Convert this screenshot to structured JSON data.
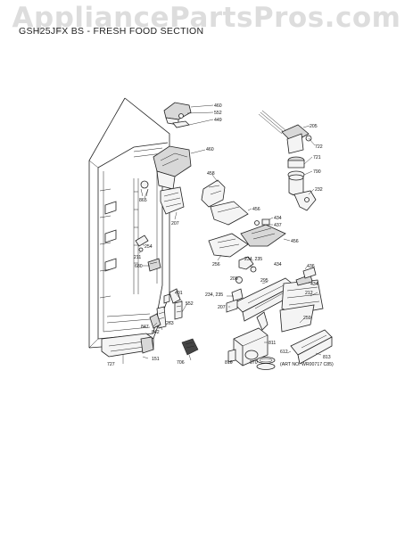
{
  "header": {
    "watermark": "AppliancePartsPros.com",
    "section_title": "GSH25JFX BS - FRESH FOOD SECTION"
  },
  "note": "(ART NO. WR00717 C85)",
  "labels": [
    {
      "id": "p460a",
      "text": "460"
    },
    {
      "id": "p552a",
      "text": "552"
    },
    {
      "id": "p449",
      "text": "449"
    },
    {
      "id": "p205",
      "text": "205"
    },
    {
      "id": "p722",
      "text": "722"
    },
    {
      "id": "p721",
      "text": "721"
    },
    {
      "id": "p790",
      "text": "790"
    },
    {
      "id": "p232",
      "text": "232"
    },
    {
      "id": "p460b",
      "text": "460"
    },
    {
      "id": "p865",
      "text": "865"
    },
    {
      "id": "p458",
      "text": "458"
    },
    {
      "id": "p207",
      "text": "207"
    },
    {
      "id": "p456a",
      "text": "456"
    },
    {
      "id": "p434a",
      "text": "434"
    },
    {
      "id": "p437",
      "text": "437"
    },
    {
      "id": "p456b",
      "text": "456"
    },
    {
      "id": "p254",
      "text": "254"
    },
    {
      "id": "p211",
      "text": "211"
    },
    {
      "id": "p680",
      "text": "680"
    },
    {
      "id": "p256",
      "text": "256"
    },
    {
      "id": "p234a",
      "text": "234, 235"
    },
    {
      "id": "p434b",
      "text": "434"
    },
    {
      "id": "p436",
      "text": "436"
    },
    {
      "id": "p208",
      "text": "208"
    },
    {
      "id": "p295",
      "text": "295"
    },
    {
      "id": "p434c",
      "text": "434"
    },
    {
      "id": "p401",
      "text": "401"
    },
    {
      "id": "p234b",
      "text": "234, 235"
    },
    {
      "id": "p212",
      "text": "212"
    },
    {
      "id": "p552b",
      "text": "552"
    },
    {
      "id": "p207b",
      "text": "207"
    },
    {
      "id": "p259",
      "text": "259"
    },
    {
      "id": "p263",
      "text": "263"
    },
    {
      "id": "p847",
      "text": "847"
    },
    {
      "id": "p842",
      "text": "842"
    },
    {
      "id": "p811",
      "text": "811"
    },
    {
      "id": "p612",
      "text": "612"
    },
    {
      "id": "p727",
      "text": "727"
    },
    {
      "id": "p151",
      "text": "151"
    },
    {
      "id": "p706",
      "text": "706"
    },
    {
      "id": "p810",
      "text": "810"
    },
    {
      "id": "p870",
      "text": "870"
    },
    {
      "id": "p813",
      "text": "813"
    }
  ]
}
